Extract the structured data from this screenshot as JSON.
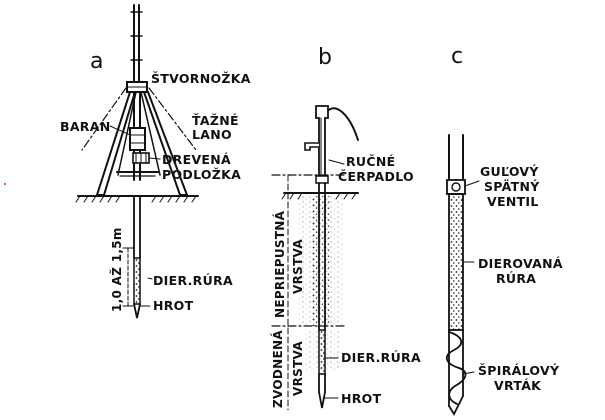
{
  "panels": {
    "a": {
      "letter": "a",
      "labels": {
        "stvornozka": "ŠTVORNOŽKA",
        "tazne": "ŤAŽNÉ",
        "lano": "LANO",
        "baran": "BARAN",
        "dreve": "DREVENÁ",
        "podlozka": "PODLOŽKA",
        "dier_rura": "DIER.RÚRA",
        "hrot": "HROT",
        "depth": "1,0 AŽ 1,5m"
      }
    },
    "b": {
      "letter": "b",
      "labels": {
        "rucne": "RUČNÉ",
        "cerpadlo": "ČERPADLO",
        "nepriepustna": "NEPRIEPUSTNÁ",
        "vrstva1": "VRSTVA",
        "zvodnena": "ZVODNENÁ",
        "vrstva2": "VRSTVA",
        "dier_rura": "DIER.RÚRA",
        "hrot": "HROT"
      }
    },
    "c": {
      "letter": "c",
      "labels": {
        "gulovy": "GUĽOVÝ",
        "spatny": "SPÄTNÝ",
        "ventil": "VENTIL",
        "dierovana": "DIEROVANÁ",
        "rura": "RÚRA",
        "spiralovy": "ŠPIRÁLOVÝ",
        "vrtak": "VRTÁK"
      }
    }
  }
}
